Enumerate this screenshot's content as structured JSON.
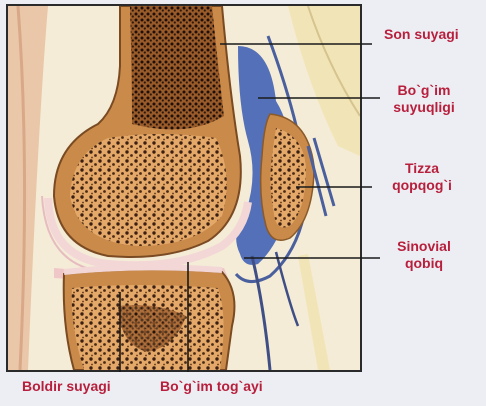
{
  "labels": {
    "son_suyagi": "Son suyagi",
    "bogim_suyuqligi": [
      "Bo`g`im",
      "suyuqligi"
    ],
    "tizza_qopqogi": [
      "Tizza",
      "qopqog`i"
    ],
    "sinovial_qobiq": [
      "Sinovial",
      "qobiq"
    ],
    "boldir_suyagi": "Boldir suyagi",
    "bogim_togayi": "Bo`g`im tog`ayi"
  },
  "colors": {
    "label": "#b81f3c",
    "bone_outer": "#c98a4a",
    "bone_inner": "#e6b07a",
    "cartilage": "#f3d7d6",
    "synovial_fluid": "#5470b8",
    "leader_line": "#1a1a1a"
  }
}
